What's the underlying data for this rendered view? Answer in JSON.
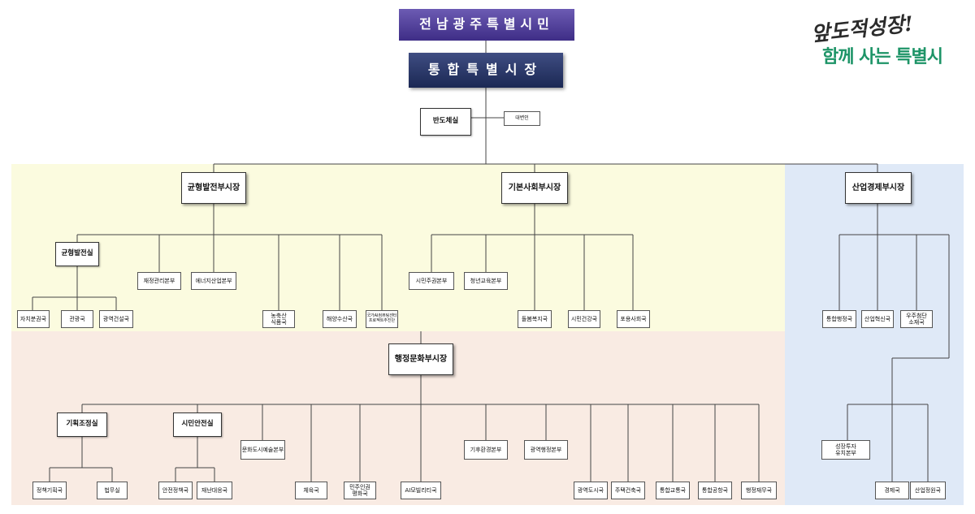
{
  "logo": {
    "line1": "앞도적성장!",
    "line2": "함께 사는 특별시"
  },
  "header": {
    "title": "전남광주특별시민",
    "subtitle": "통합특별시장"
  },
  "top_office": {
    "main": "반도체실",
    "side": "대변인"
  },
  "vice_mayors": {
    "balance": "균형발전부시장",
    "social": "기본사회부시장",
    "industry": "산업경제부시장",
    "admin": "행정문화부시장"
  },
  "balance_group": {
    "office": "균형발전실",
    "office_children": [
      "자치분권국",
      "관광국",
      "광역건설국"
    ],
    "hq": [
      "재정관리본부",
      "에너지산업본부"
    ],
    "bureaus": [
      "농축산\n식품국",
      "해양수산국",
      "국가AI컴퓨팅센터\n프로젝트추진단"
    ]
  },
  "social_group": {
    "hq": [
      "시민주권본부",
      "청년교육본부"
    ],
    "bureaus": [
      "돌봄복지국",
      "시민건강국",
      "포용사회국"
    ]
  },
  "industry_group": {
    "bureaus": [
      "통합행정국",
      "산업혁신국",
      "우주첨단\n소재국"
    ],
    "hq": "성장투자\n유치본부",
    "lower": [
      "경제국",
      "산업정원국"
    ]
  },
  "admin_group": {
    "offices": [
      "기획조정실",
      "시민안전실"
    ],
    "planning_children": [
      "정책기획국",
      "법무실"
    ],
    "safety_children": [
      "안전정책국",
      "재난대응국"
    ],
    "hq": [
      "문화도시예술본부",
      "기후환경본부",
      "광역행정본부"
    ],
    "bureaus": [
      "체육국",
      "민주인권\n평화국",
      "AI모빌리티국",
      "광역도시국",
      "주택건축국",
      "통합교통국",
      "통합공항국",
      "행정재무국"
    ]
  },
  "colors": {
    "region_yellow": "#fbfbdf",
    "region_pink": "#f9ebe3",
    "region_blue": "#dfe9f7",
    "title_purple": "#4b3a96",
    "title_navy": "#26335f",
    "slogan_green": "#1d9467",
    "line": "#444444"
  }
}
